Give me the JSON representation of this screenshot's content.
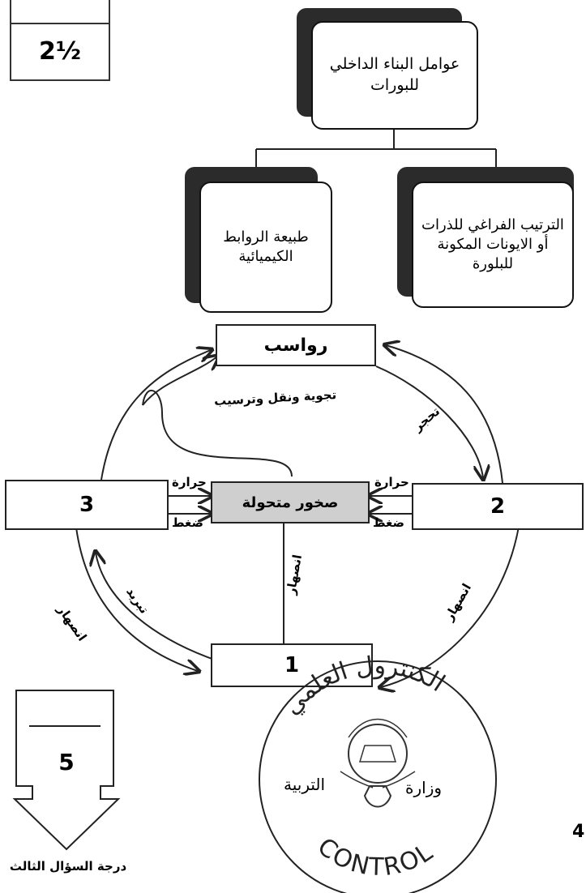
{
  "score_box": {
    "value": "2½"
  },
  "hierarchy": {
    "root": "عوامل البناء الداخلي للبورات",
    "left_child": "طبيعة الروابط الكيميائية",
    "right_child": "الترتيب الفراغي للذرات أو الايونات المكونة للبلورة"
  },
  "rock_cycle": {
    "sediments": "رواسب",
    "metamorphic": "صخور متحولة",
    "node_1": "1",
    "node_2": "2",
    "node_3": "3",
    "label_weathering": "تجوية ونقل وترسيب",
    "label_lithification": "تحجر",
    "label_heat_right": "حرارة",
    "label_pressure_right": "ضغط",
    "label_heat_left": "حرارة",
    "label_pressure_left": "ضغط",
    "label_melting_center": "انصهار",
    "label_melting_right": "انصهار",
    "label_melting_left": "انصهار",
    "label_cooling": "تبريد"
  },
  "score_arrow": {
    "value": "5",
    "caption": "درجة السؤال الثالث"
  },
  "page_number": "4",
  "stamp": {
    "arc_text": "الكنترول العلمي",
    "left_word": "وزارة",
    "right_word": "التربية",
    "bottom_text": "CONTROL"
  }
}
